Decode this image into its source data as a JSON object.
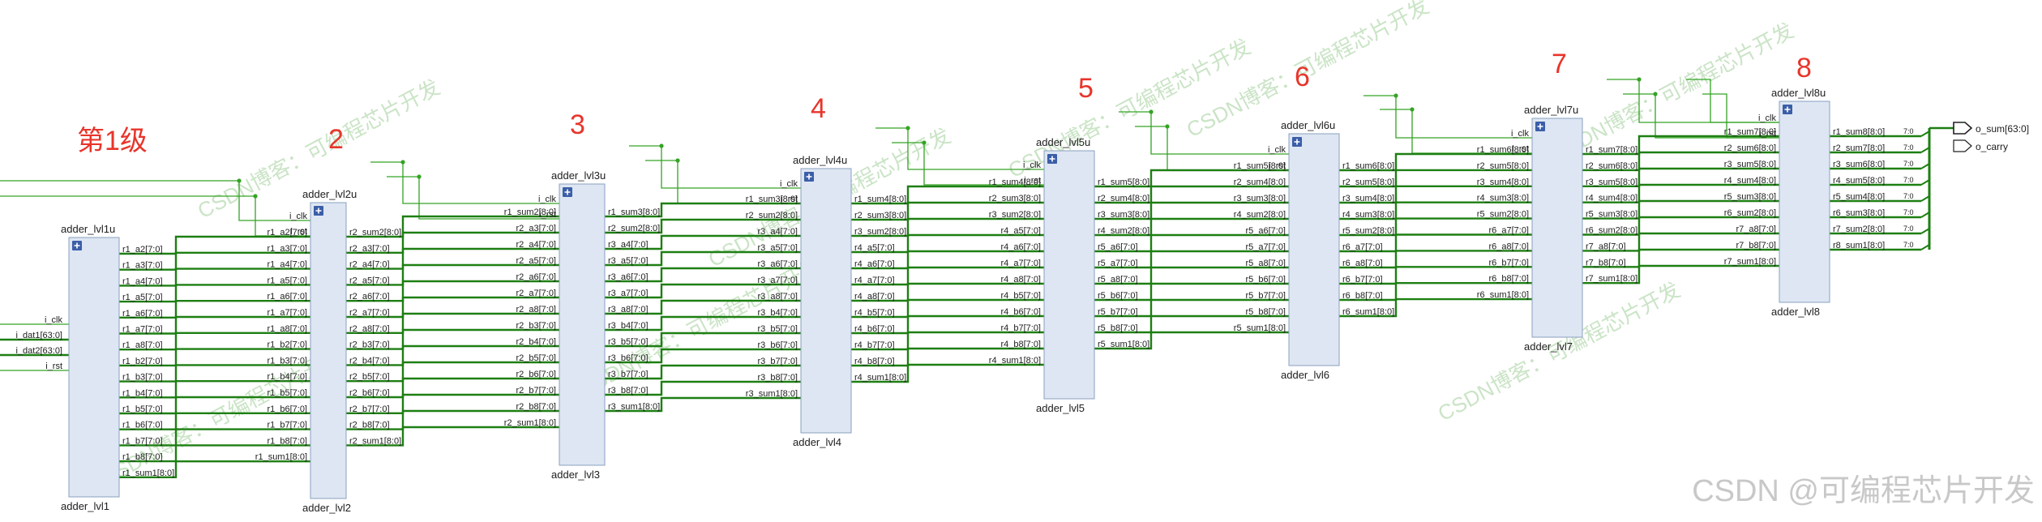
{
  "level_labels": [
    "第1级",
    "2",
    "3",
    "4",
    "5",
    "6",
    "7",
    "8"
  ],
  "watermark": "CSDN @可编程芯片开发",
  "diag_watermark": "CSDN博客：可编程芯片开发",
  "top_ports": {
    "inputs": [
      "i_clk",
      "i_dat1[63:0]",
      "i_dat2[63:0]",
      "i_rst"
    ],
    "outputs": [
      "o_sum[63:0]",
      "o_carry"
    ]
  },
  "blocks": [
    {
      "inst": "adder_lvl1u",
      "type": "adder_lvl1",
      "ctrl": [],
      "left": [],
      "right": [
        "r1_a2[7:0]",
        "r1_a3[7:0]",
        "r1_a4[7:0]",
        "r1_a5[7:0]",
        "r1_a6[7:0]",
        "r1_a7[7:0]",
        "r1_a8[7:0]",
        "r1_b2[7:0]",
        "r1_b3[7:0]",
        "r1_b4[7:0]",
        "r1_b5[7:0]",
        "r1_b6[7:0]",
        "r1_b7[7:0]",
        "r1_b8[7:0]",
        "r1_sum1[8:0]"
      ]
    },
    {
      "inst": "adder_lvl2u",
      "type": "adder_lvl2",
      "ctrl": [
        "i_clk",
        "i_rst"
      ],
      "left": [
        "r1_a2[7:0]",
        "r1_a3[7:0]",
        "r1_a4[7:0]",
        "r1_a5[7:0]",
        "r1_a6[7:0]",
        "r1_a7[7:0]",
        "r1_a8[7:0]",
        "r1_b2[7:0]",
        "r1_b3[7:0]",
        "r1_b4[7:0]",
        "r1_b5[7:0]",
        "r1_b6[7:0]",
        "r1_b7[7:0]",
        "r1_b8[7:0]",
        "r1_sum1[8:0]"
      ],
      "right": [
        "r2_sum2[8:0]",
        "r2_a3[7:0]",
        "r2_a4[7:0]",
        "r2_a5[7:0]",
        "r2_a6[7:0]",
        "r2_a7[7:0]",
        "r2_a8[7:0]",
        "r2_b3[7:0]",
        "r2_b4[7:0]",
        "r2_b5[7:0]",
        "r2_b6[7:0]",
        "r2_b7[7:0]",
        "r2_b8[7:0]",
        "r2_sum1[8:0]"
      ]
    },
    {
      "inst": "adder_lvl3u",
      "type": "adder_lvl3",
      "ctrl": [
        "i_clk",
        "i_rst"
      ],
      "left": [
        "r1_sum2[8:0]",
        "r2_a3[7:0]",
        "r2_a4[7:0]",
        "r2_a5[7:0]",
        "r2_a6[7:0]",
        "r2_a7[7:0]",
        "r2_a8[7:0]",
        "r2_b3[7:0]",
        "r2_b4[7:0]",
        "r2_b5[7:0]",
        "r2_b6[7:0]",
        "r2_b7[7:0]",
        "r2_b8[7:0]",
        "r2_sum1[8:0]"
      ],
      "right": [
        "r1_sum3[8:0]",
        "r2_sum2[8:0]",
        "r3_a4[7:0]",
        "r3_a5[7:0]",
        "r3_a6[7:0]",
        "r3_a7[7:0]",
        "r3_a8[7:0]",
        "r3_b4[7:0]",
        "r3_b5[7:0]",
        "r3_b6[7:0]",
        "r3_b7[7:0]",
        "r3_b8[7:0]",
        "r3_sum1[8:0]"
      ]
    },
    {
      "inst": "adder_lvl4u",
      "type": "adder_lvl4",
      "ctrl": [
        "i_clk",
        "i_rst"
      ],
      "left": [
        "r1_sum3[8:0]",
        "r2_sum2[8:0]",
        "r3_a4[7:0]",
        "r3_a5[7:0]",
        "r3_a6[7:0]",
        "r3_a7[7:0]",
        "r3_a8[7:0]",
        "r3_b4[7:0]",
        "r3_b5[7:0]",
        "r3_b6[7:0]",
        "r3_b7[7:0]",
        "r3_b8[7:0]",
        "r3_sum1[8:0]"
      ],
      "right": [
        "r1_sum4[8:0]",
        "r2_sum3[8:0]",
        "r3_sum2[8:0]",
        "r4_a5[7:0]",
        "r4_a6[7:0]",
        "r4_a7[7:0]",
        "r4_a8[7:0]",
        "r4_b5[7:0]",
        "r4_b6[7:0]",
        "r4_b7[7:0]",
        "r4_b8[7:0]",
        "r4_sum1[8:0]"
      ]
    },
    {
      "inst": "adder_lvl5u",
      "type": "adder_lvl5",
      "ctrl": [
        "i_clk",
        "i_rst"
      ],
      "left": [
        "r1_sum4[8:0]",
        "r2_sum3[8:0]",
        "r3_sum2[8:0]",
        "r4_a5[7:0]",
        "r4_a6[7:0]",
        "r4_a7[7:0]",
        "r4_a8[7:0]",
        "r4_b5[7:0]",
        "r4_b6[7:0]",
        "r4_b7[7:0]",
        "r4_b8[7:0]",
        "r4_sum1[8:0]"
      ],
      "right": [
        "r1_sum5[8:0]",
        "r2_sum4[8:0]",
        "r3_sum3[8:0]",
        "r4_sum2[8:0]",
        "r5_a6[7:0]",
        "r5_a7[7:0]",
        "r5_a8[7:0]",
        "r5_b6[7:0]",
        "r5_b7[7:0]",
        "r5_b8[7:0]",
        "r5_sum1[8:0]"
      ]
    },
    {
      "inst": "adder_lvl6u",
      "type": "adder_lvl6",
      "ctrl": [
        "i_clk",
        "i_rst"
      ],
      "left": [
        "r1_sum5[8:0]",
        "r2_sum4[8:0]",
        "r3_sum3[8:0]",
        "r4_sum2[8:0]",
        "r5_a6[7:0]",
        "r5_a7[7:0]",
        "r5_a8[7:0]",
        "r5_b6[7:0]",
        "r5_b7[7:0]",
        "r5_b8[7:0]",
        "r5_sum1[8:0]"
      ],
      "right": [
        "r1_sum6[8:0]",
        "r2_sum5[8:0]",
        "r3_sum4[8:0]",
        "r4_sum3[8:0]",
        "r5_sum2[8:0]",
        "r6_a7[7:0]",
        "r6_a8[7:0]",
        "r6_b7[7:0]",
        "r6_b8[7:0]",
        "r6_sum1[8:0]"
      ]
    },
    {
      "inst": "adder_lvl7u",
      "type": "adder_lvl7",
      "ctrl": [
        "i_clk",
        "i_rst"
      ],
      "left": [
        "r1_sum6[8:0]",
        "r2_sum5[8:0]",
        "r3_sum4[8:0]",
        "r4_sum3[8:0]",
        "r5_sum2[8:0]",
        "r6_a7[7:0]",
        "r6_a8[7:0]",
        "r6_b7[7:0]",
        "r6_b8[7:0]",
        "r6_sum1[8:0]"
      ],
      "right": [
        "r1_sum7[8:0]",
        "r2_sum6[8:0]",
        "r3_sum5[8:0]",
        "r4_sum4[8:0]",
        "r5_sum3[8:0]",
        "r6_sum2[8:0]",
        "r7_a8[7:0]",
        "r7_b8[7:0]",
        "r7_sum1[8:0]"
      ]
    },
    {
      "inst": "adder_lvl8u",
      "type": "adder_lvl8",
      "ctrl": [
        "i_clk",
        "i_rst"
      ],
      "left": [
        "r1_sum7[8:0]",
        "r2_sum6[8:0]",
        "r3_sum5[8:0]",
        "r4_sum4[8:0]",
        "r5_sum3[8:0]",
        "r6_sum2[8:0]",
        "r7_a8[7:0]",
        "r7_b8[7:0]",
        "r7_sum1[8:0]"
      ],
      "right": [
        "r1_sum8[8:0]",
        "r2_sum7[8:0]",
        "r3_sum6[8:0]",
        "r4_sum5[8:0]",
        "r5_sum4[8:0]",
        "r6_sum3[8:0]",
        "r7_sum2[8:0]",
        "r8_sum1[8:0]"
      ]
    }
  ],
  "bus_tap_label": "7:0",
  "colors": {
    "block_fill": "#dde6f2",
    "block_stroke": "#8aa0c0",
    "wire_green": "#34a324",
    "bus_green": "#1d7f12",
    "level_red": "#e8352b",
    "watermark_green": "#b9dcb3",
    "text": "#202020",
    "icon_blue": "#3b5ea8"
  }
}
